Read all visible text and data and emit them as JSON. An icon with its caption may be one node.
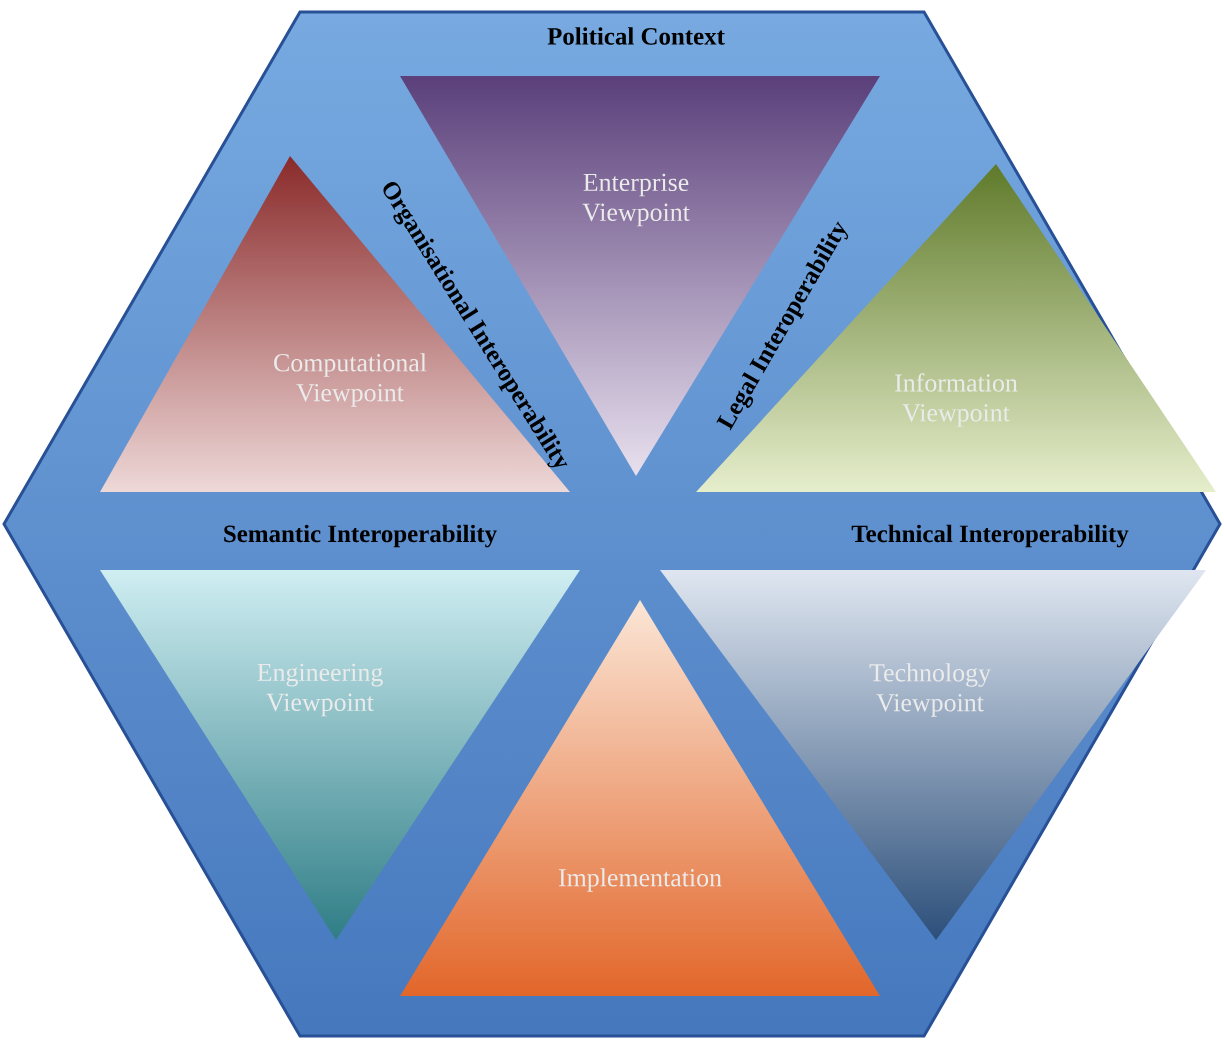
{
  "diagram": {
    "nodes": [
      {
        "text": [
          "Enterprise Viewpoint"
        ]
      },
      {
        "text": [
          "Computational Viewpoint"
        ]
      },
      {
        "text": [
          "Information Viewpoint"
        ]
      },
      {
        "text": [
          "Engineering Viewpoint"
        ]
      },
      {
        "text": [
          "Technology Viewpoint"
        ]
      },
      {
        "text": [
          "Implementation"
        ]
      }
    ],
    "labels": [
      "Political Context",
      "Organisational Interoperability",
      "Legal Interoperability",
      "Semantic Interoperability",
      "Technical Interoperability"
    ]
  }
}
